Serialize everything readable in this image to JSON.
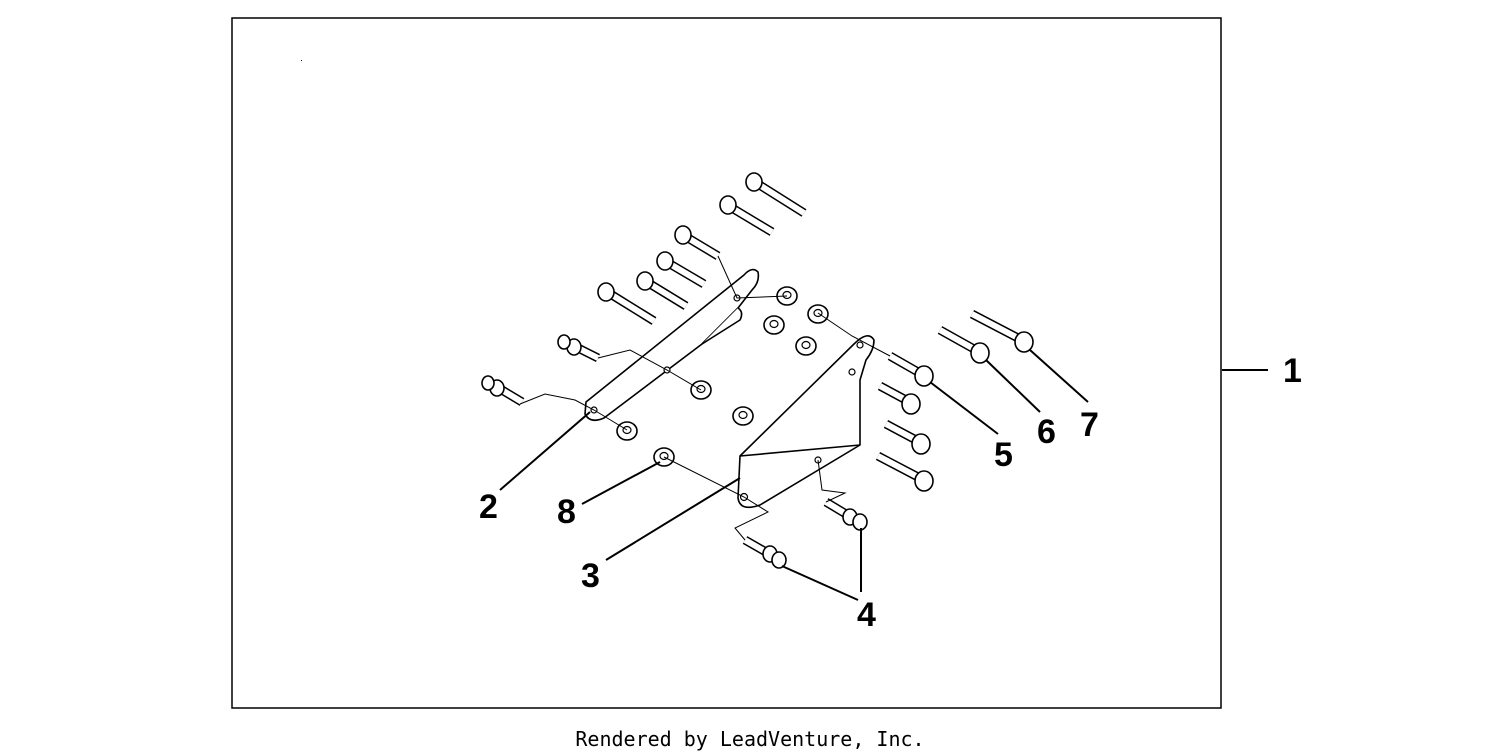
{
  "callouts": {
    "kit": "1",
    "left_bracket": "2",
    "right_bracket": "3",
    "short_bolt_washer": "4",
    "flange_bolt_a": "5",
    "flange_bolt_b": "6",
    "flange_bolt_c": "7",
    "collar": "8"
  },
  "footer": {
    "credit": "Rendered by LeadVenture, Inc."
  },
  "colors": {
    "ink": "#000000",
    "background": "#ffffff"
  }
}
